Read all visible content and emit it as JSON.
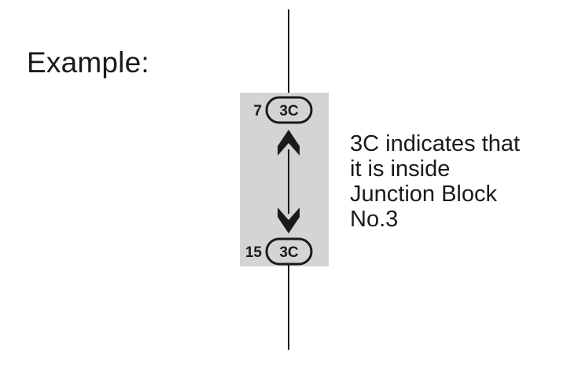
{
  "heading": "Example:",
  "junction_block": {
    "top_connector": {
      "pin": "7",
      "code": "3C"
    },
    "bottom_connector": {
      "pin": "15",
      "code": "3C"
    },
    "highlight_color": "#d4d4d4"
  },
  "note_lines": [
    "3C indicates that",
    "it is inside",
    "Junction Block",
    "No.3"
  ]
}
